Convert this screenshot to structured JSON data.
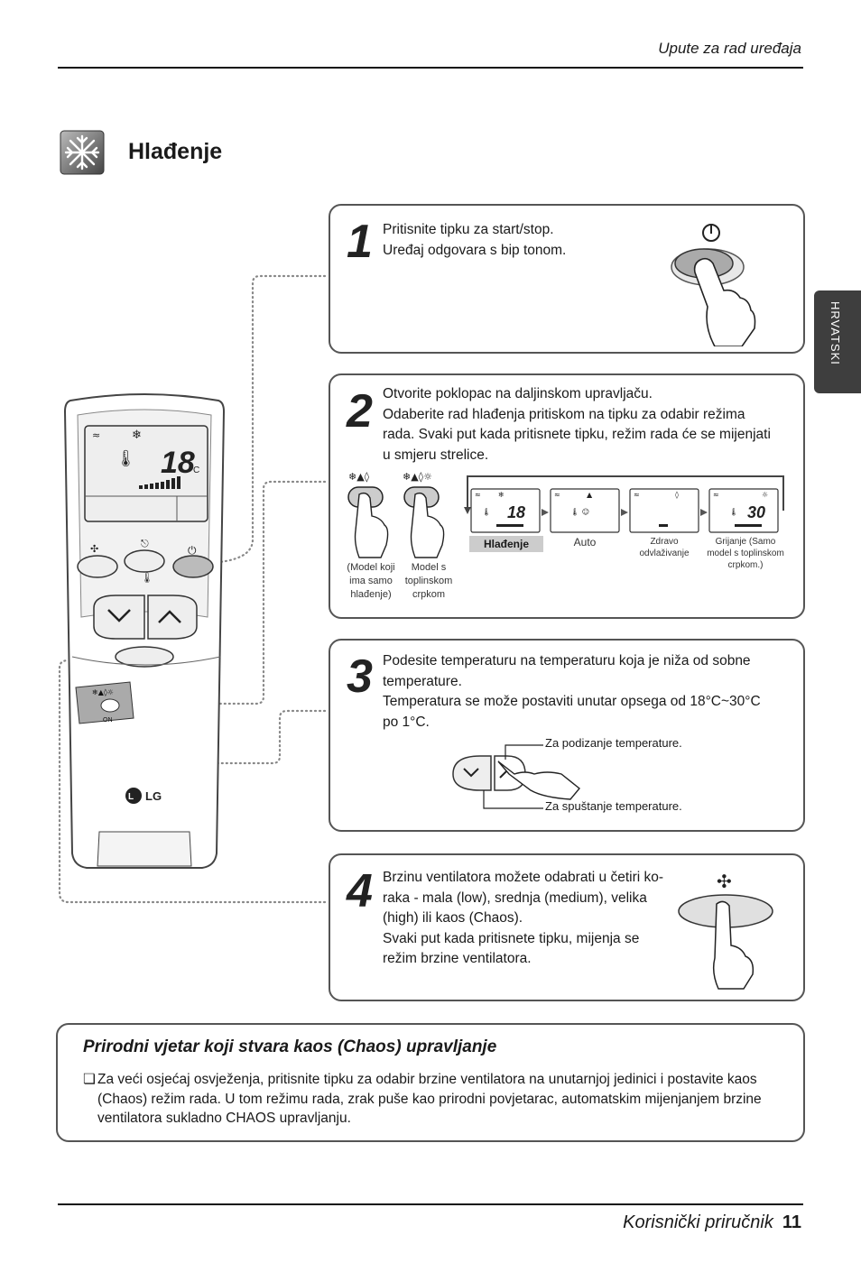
{
  "header": {
    "title": "Upute za rad uređaja"
  },
  "language_tab": {
    "label": "HRVATSKI"
  },
  "section": {
    "title": "Hlađenje",
    "icon": "snowflake-icon"
  },
  "steps": [
    {
      "number": "1",
      "lines": [
        "Pritisnite tipku za start/stop.",
        "Uređaj odgovara s bip tonom."
      ]
    },
    {
      "number": "2",
      "lines": [
        "Otvorite poklopac na daljinskom upravljaču.",
        "Odaberite rad hlađenja pritiskom na tipku za odabir režima",
        "rada. Svaki put kada pritisnete tipku, režim rada će se mijenjati",
        "u smjeru strelice."
      ]
    },
    {
      "number": "3",
      "lines": [
        "Podesite temperaturu na temperaturu koja je niža od sobne",
        "temperature.",
        "Temperatura se može postaviti unutar opsega od 18°C~30°C",
        "po 1°C."
      ]
    },
    {
      "number": "4",
      "lines": [
        "Brzinu ventilatora možete odabrati u četiri ko-",
        "raka - mala (low), srednja (medium), velika",
        "(high) ili kaos (Chaos).",
        "Svaki put kada pritisnete tipku, mijenja se",
        "režim brzine ventilatora."
      ]
    }
  ],
  "step2": {
    "model_cool_only": [
      "(Model koji",
      "ima samo",
      "hlađenje)"
    ],
    "model_heat_pump": [
      "Model s",
      "toplinskom",
      "crpkom"
    ],
    "modes": [
      "Hlađenje",
      "Auto",
      "Zdravo odvlaživanje",
      "Grijanje (Samo model s toplinskom crpkom.)"
    ],
    "mode_lines": [
      [
        "Hlađenje"
      ],
      [
        "Auto"
      ],
      [
        "Zdravo",
        "odvlaživanje"
      ],
      [
        "Grijanje (Samo",
        "model s toplinskom",
        "crpkom.)"
      ]
    ],
    "display_temps": [
      "18",
      "30"
    ]
  },
  "step3": {
    "label_up": "Za podizanje temperature.",
    "label_down": "Za spuštanje temperature."
  },
  "remote": {
    "brand": "LG",
    "display_temp": "18",
    "unit": "°C",
    "on_label": "ON"
  },
  "chaos": {
    "title": "Prirodni vjetar koji stvara kaos (Chaos) upravljanje",
    "bullet": "❏",
    "lines": [
      "Za veći osjećaj osvježenja, pritisnite tipku za odabir brzine ventilatora na unutarnjoj jedinici i postavite kaos",
      "(Chaos) režim rada. U tom režimu rada, zrak puše kao prirodni povjetarac, automatskim mijenjanjem brzine",
      "ventilatora sukladno CHAOS upravljanju."
    ]
  },
  "footer": {
    "title": "Korisnički priručnik",
    "page": "11"
  }
}
